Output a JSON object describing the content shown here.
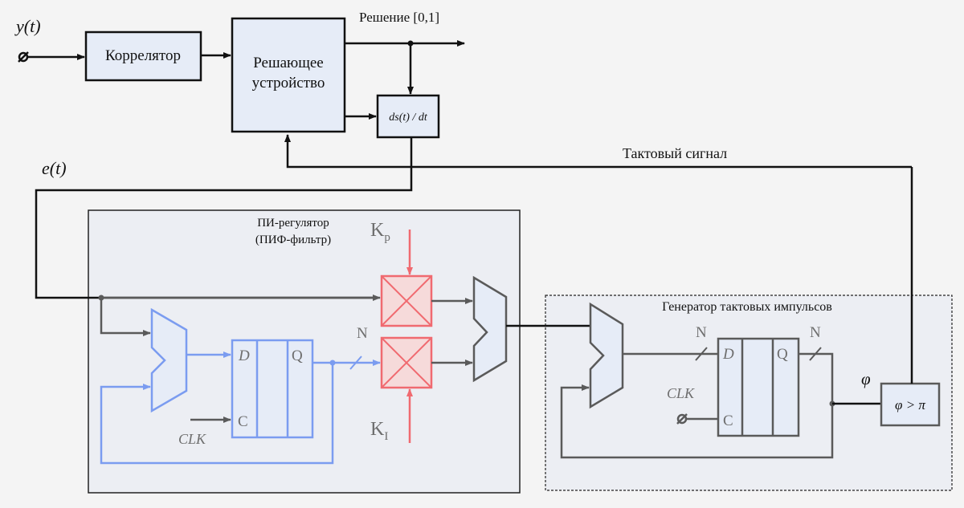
{
  "input": {
    "signal_y": "y(t)",
    "signal_e": "e(t)"
  },
  "blocks": {
    "correlator": "Коррелятор",
    "decision_line1": "Решающее",
    "decision_line2": "устройство",
    "derivative": "ds(t) / dt",
    "phase_compare": "φ > π"
  },
  "signals": {
    "decision_output": "Решение [0,1]",
    "clock_signal": "Тактовый сигнал",
    "phi": "φ"
  },
  "pi_regulator": {
    "title_line1": "ПИ-регулятор",
    "title_line2": "(ПИФ-фильтр)",
    "kp": "K",
    "kp_sub": "p",
    "ki": "K",
    "ki_sub": "I",
    "bus_width": "N",
    "clk": "CLK",
    "reg_d": "D",
    "reg_q": "Q",
    "reg_c": "C"
  },
  "clock_generator": {
    "title": "Генератор тактовых импульсов",
    "bus_width_in": "N",
    "bus_width_out": "N",
    "clk": "CLK",
    "reg_d": "D",
    "reg_q": "Q",
    "reg_c": "C"
  },
  "colors": {
    "black_wire": "#111111",
    "gray_wire": "#5a5a5a",
    "blue_path": "#7b9cf0",
    "red_multiplier": "#f06a70",
    "block_fill": "#e6ecf7"
  }
}
